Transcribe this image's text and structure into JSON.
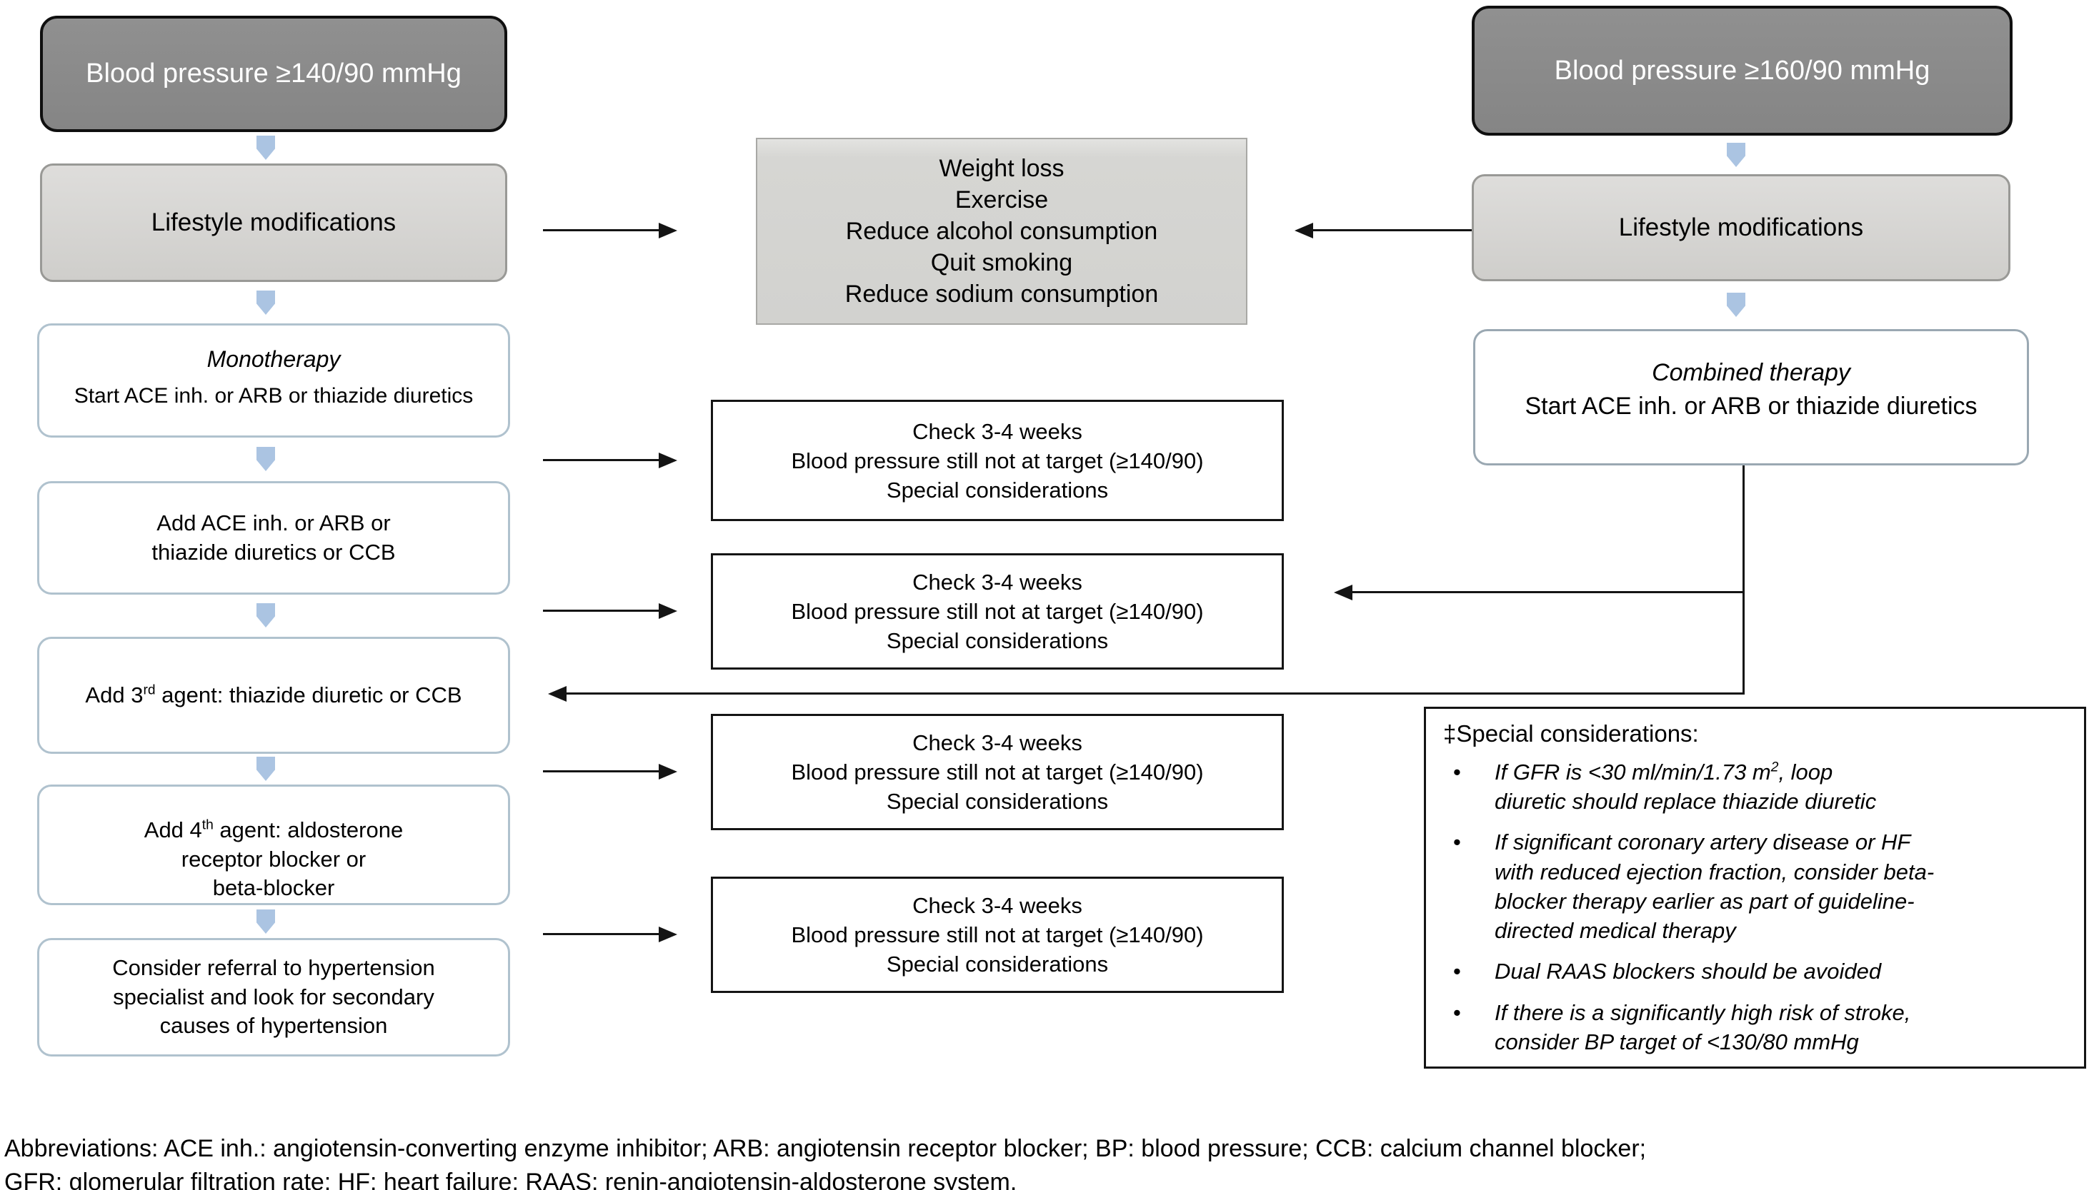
{
  "left_column": {
    "bp_box": "Blood pressure ≥140/90 mmHg",
    "lifestyle": "Lifestyle modifications",
    "monotherapy_title": "Monotherapy",
    "monotherapy_body": "Start ACE inh. or ARB or thiazide diuretics",
    "add_second": "Add ACE inh. or ARB or\nthiazide diuretics or CCB",
    "add_third_pre": "Add 3",
    "add_third_sup": "rd",
    "add_third_post": " agent: thiazide diuretic or CCB",
    "add_fourth_pre": "Add 4",
    "add_fourth_sup": "th",
    "add_fourth_post": " agent: aldosterone\nreceptor blocker or\nbeta-blocker",
    "referral": "Consider referral to hypertension\nspecialist and look for secondary\ncauses of hypertension"
  },
  "center": {
    "lifestyle_list": "Weight loss\nExercise\nReduce alcohol consumption\nQuit smoking\nReduce sodium consumption",
    "check_text": "Check 3-4 weeks\nBlood pressure still not at target (≥140/90)\nSpecial considerations"
  },
  "right_column": {
    "bp_box": "Blood pressure ≥160/90 mmHg",
    "lifestyle": "Lifestyle modifications",
    "combined_title": "Combined therapy",
    "combined_body": "Start ACE inh. or ARB or thiazide diuretics"
  },
  "special_box": {
    "title": "‡Special considerations:",
    "bullet_glyph": "•",
    "bullet1_pre": "If GFR is <30 ml/min/1.73 m",
    "bullet1_sup": "2",
    "bullet1_post": ", loop\ndiuretic should replace thiazide diuretic",
    "bullet2": "If significant coronary artery disease or HF\nwith reduced ejection fraction, consider beta-\nblocker therapy earlier as part of guideline-\ndirected medical therapy",
    "bullet3": "Dual RAAS blockers should be avoided",
    "bullet4": "If there is a significantly high risk of stroke,\nconsider BP target of <130/80 mmHg"
  },
  "footnote": {
    "line1": "Abbreviations: ACE inh.: angiotensin-converting enzyme inhibitor; ARB: angiotensin receptor blocker; BP: blood pressure; CCB: calcium channel blocker;",
    "line2": "GFR: glomerular filtration rate; HF: heart failure; RAAS: renin-angiotensin-aldosterone system."
  },
  "colors": {
    "dark_box": "#8b8b8b",
    "light_box": "#d6d6d3",
    "blue_arrow": "#abc4e2",
    "rounded_border": "#b0c2ce",
    "line": "#141414"
  }
}
